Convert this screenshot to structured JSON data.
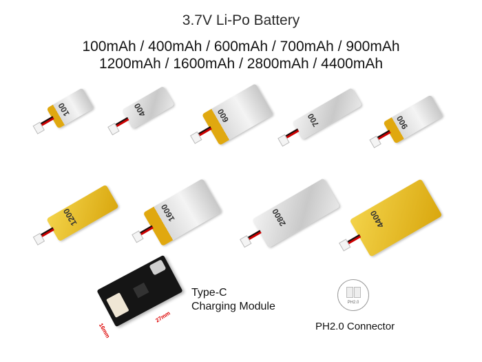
{
  "header": {
    "title": "3.7V Li-Po Battery",
    "capacities_line1": "100mAh / 400mAh / 600mAh / 700mAh / 900mAh",
    "capacities_line2": "1200mAh / 1600mAh / 2800mAh / 4400mAh"
  },
  "batteries": [
    {
      "label": "100",
      "style": "silver-gold"
    },
    {
      "label": "400",
      "style": "silver"
    },
    {
      "label": "600",
      "style": "silver-gold"
    },
    {
      "label": "700",
      "style": "silver"
    },
    {
      "label": "900",
      "style": "silver-gold"
    },
    {
      "label": "1200",
      "style": "gold"
    },
    {
      "label": "1600",
      "style": "silver-gold"
    },
    {
      "label": "2800",
      "style": "silver"
    },
    {
      "label": "4400",
      "style": "gold"
    }
  ],
  "module": {
    "title_line1": "Type-C",
    "title_line2": "Charging Module",
    "dim_width": "16mm",
    "dim_length": "27mm"
  },
  "connector": {
    "label": "PH2.0 Connector",
    "icon_text": "PH2.0"
  }
}
